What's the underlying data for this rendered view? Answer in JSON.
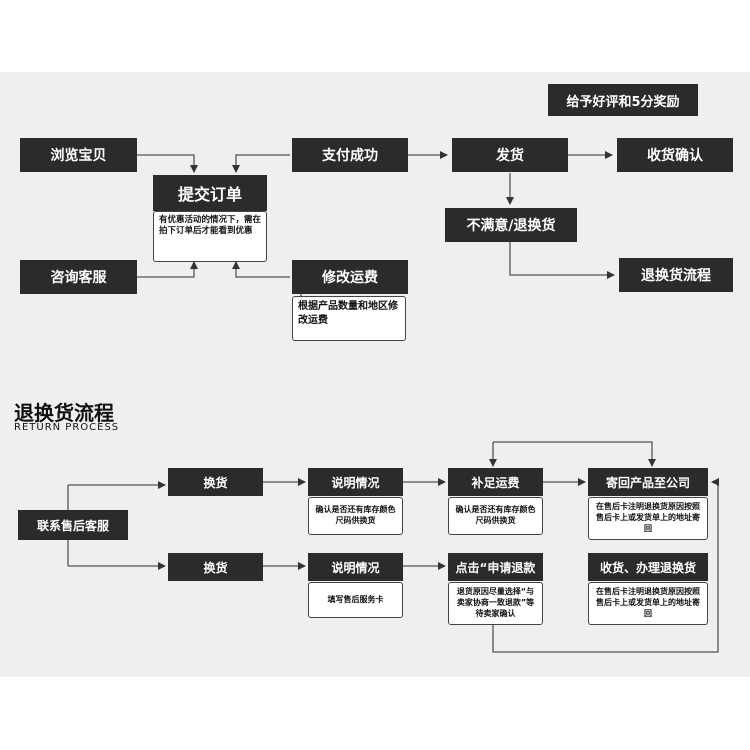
{
  "top": {
    "reward": "给予好评和5分奖励",
    "browse": "浏览宝贝",
    "consult": "咨询客服",
    "submit_order": "提交订单",
    "submit_note": "有优惠活动的情况下，需在拍下订单后才能看到优惠",
    "pay_success": "支付成功",
    "modify_shipping": "修改运费",
    "shipping_note": "根据产品数量和地区修改运费",
    "ship": "发货",
    "confirm_receipt": "收货确认",
    "unsatisfied": "不满意/退换货",
    "return_flow": "退换货流程"
  },
  "section": {
    "title": "退换货流程",
    "subtitle": "RETURN PROCESS"
  },
  "bottom": {
    "contact": "联系售后客服",
    "exchange": "换货",
    "explain": "说明情况",
    "explain_note1": "确认是否还有库存颜色尺码供换货",
    "add_shipping": "补足运费",
    "add_shipping_note": "确认是否还有库存颜色尺码供换货",
    "send_back": "寄回产品至公司",
    "send_back_note": "在售后卡注明退换货原因按照售后卡上或发货单上的地址寄回",
    "return": "换货",
    "explain2": "说明情况",
    "explain_note2": "填写售后服务卡",
    "apply_refund": "点击“申请退款",
    "apply_refund_note": "退货原因尽量选择“与卖家协商一致退款”等待卖家确认",
    "receive_return": "收货、办理退换货",
    "receive_return_note": "在售后卡注明退换货原因按照售后卡上或发货单上的地址寄回"
  }
}
